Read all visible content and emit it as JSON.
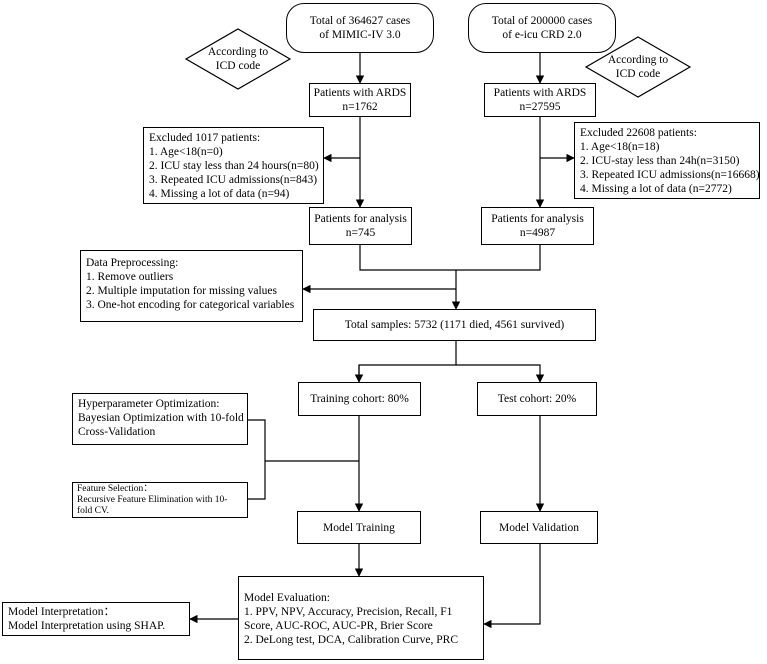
{
  "mimic_total": [
    "Total of 364627 cases",
    "of MIMIC-IV 3.0"
  ],
  "eicu_total": [
    "Total of  200000 cases",
    "of  e-icu CRD 2.0"
  ],
  "icd_left": [
    "According to",
    "ICD code"
  ],
  "icd_right": [
    "According to",
    "ICD code"
  ],
  "mimic_ards": [
    "Patients with  ARDS",
    "n=1762"
  ],
  "eicu_ards": [
    "Patients with  ARDS",
    "n=27595"
  ],
  "mimic_excluded": [
    "Excluded 1017 patients:",
    "1. Age<18(n=0)",
    "2. ICU stay less than 24 hours(n=80)",
    "3. Repeated ICU admissions(n=843)",
    "4. Missing a lot of data (n=94)"
  ],
  "eicu_excluded": [
    "Excluded 22608 patients:",
    "1. Age<18(n=18)",
    "2. ICU-stay less than 24h(n=3150)",
    "3. Repeated ICU admissions(n=16668)",
    "4. Missing a lot of data (n=2772)"
  ],
  "mimic_analysis": [
    "Patients for analysis",
    "n=745"
  ],
  "eicu_analysis": [
    "Patients for analysis",
    "n=4987"
  ],
  "preprocessing": [
    "Data Preprocessing:",
    "1. Remove outliers",
    "2. Multiple imputation for missing values",
    "3. One-hot encoding for categorical variables"
  ],
  "total_samples": "Total samples: 5732 (1171 died, 4561 survived)",
  "training_cohort": "Training cohort: 80%",
  "test_cohort": "Test cohort: 20%",
  "hyperparameter": [
    "Hyperparameter Optimization:",
    "Bayesian Optimization with 10-fold",
    "Cross-Validation"
  ],
  "feature_selection": [
    "Feature Selection：",
    "Recursive Feature Elimination with 10-",
    "fold CV."
  ],
  "model_training": "Model Training",
  "model_validation": "Model Validation",
  "model_evaluation": [
    "Model Evaluation:",
    "1. PPV, NPV, Accuracy, Precision, Recall, F1",
    "Score, AUC-ROC, AUC-PR, Brier Score",
    "2. DeLong test, DCA, Calibration Curve,  PRC"
  ],
  "interpretation": [
    "Model Interpretation：",
    "Model Interpretation using SHAP."
  ]
}
